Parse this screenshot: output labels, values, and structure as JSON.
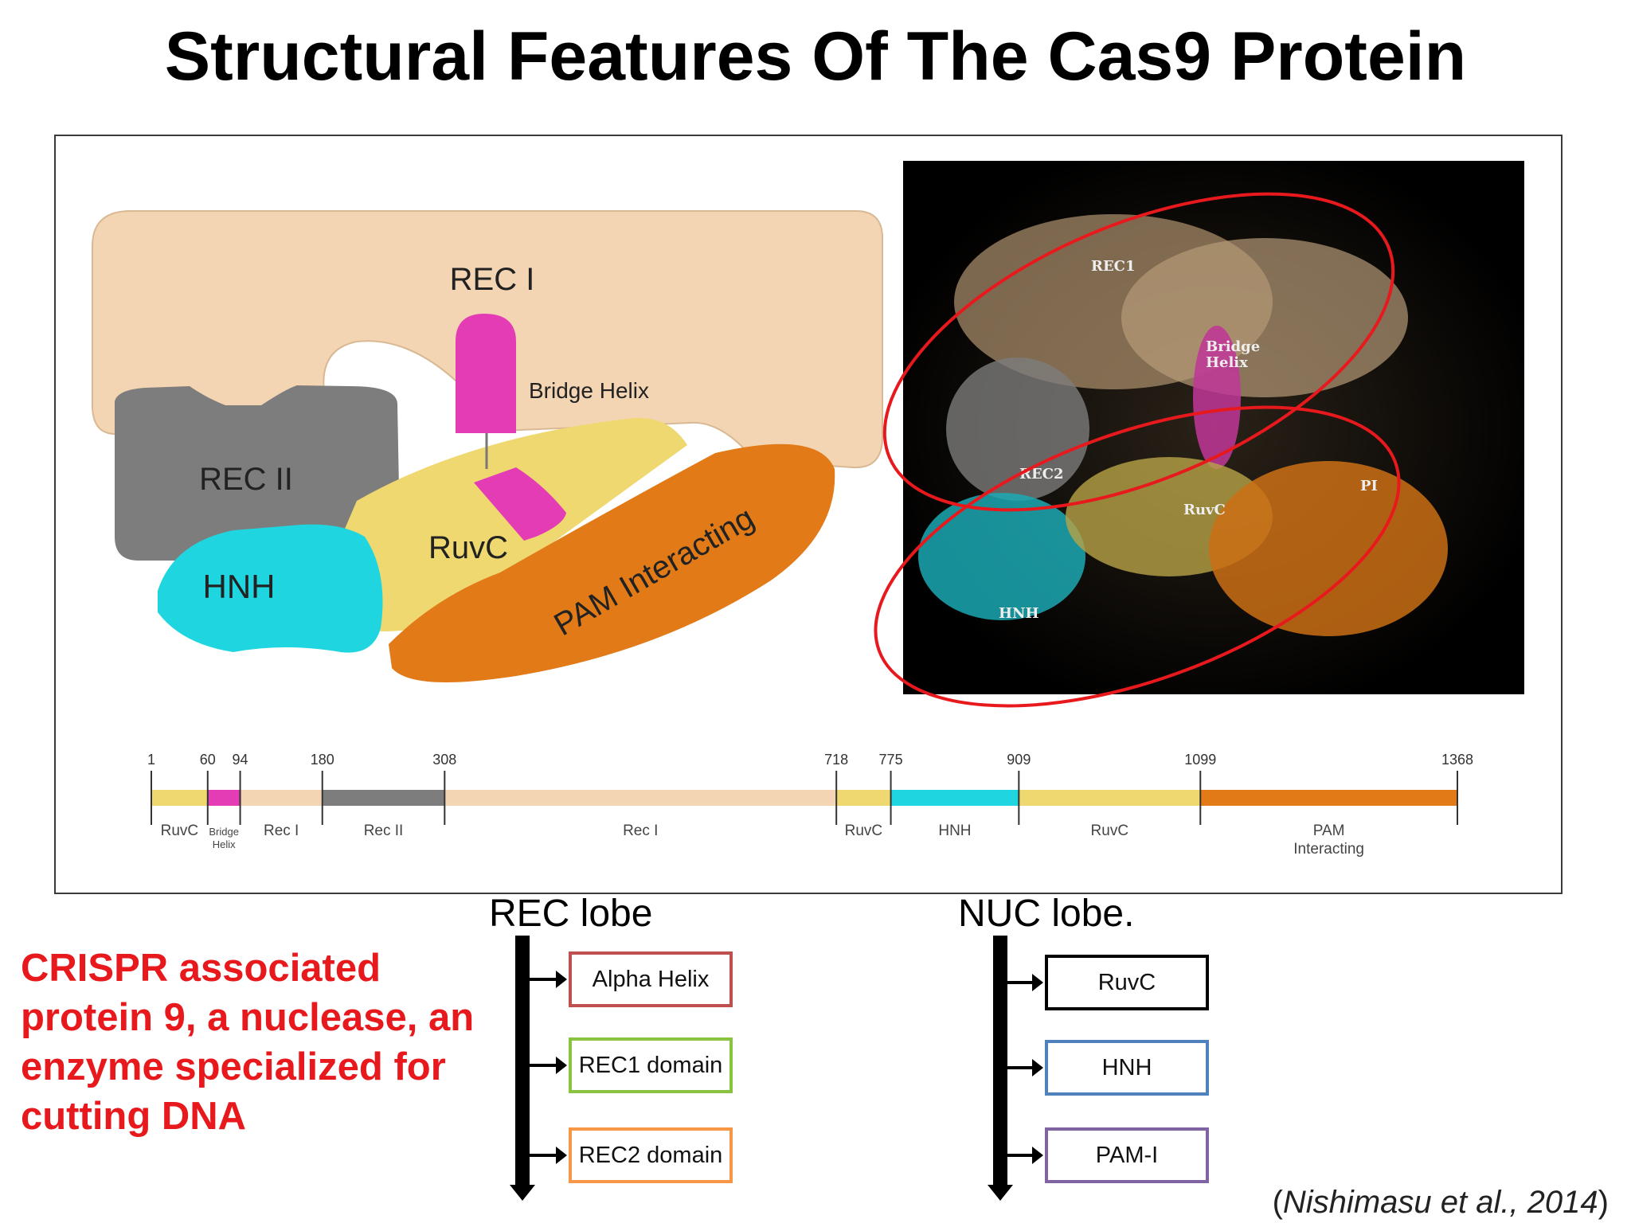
{
  "title": "Structural Features Of The Cas9 Protein",
  "cartoon": {
    "labels": {
      "rec1": "REC I",
      "bridge_helix": "Bridge Helix",
      "rec2": "REC II",
      "ruvc": "RuvC",
      "hnh": "HNH",
      "pam": "PAM Interacting"
    },
    "colors": {
      "rec1": "#f3d5b3",
      "rec2": "#7d7d7d",
      "bridge_helix": "#e33cb4",
      "ruvc": "#efd86f",
      "hnh": "#1fd6e0",
      "pam": "#e27a17"
    }
  },
  "crystal": {
    "labels": {
      "rec1": "REC1",
      "bridge": "Bridge",
      "helix": "Helix",
      "rec2": "REC2",
      "ruvc": "RuvC",
      "pi": "PI",
      "hnh": "HNH"
    },
    "highlight_color": "#e8191d"
  },
  "domain_map": {
    "positions": [
      1,
      60,
      94,
      180,
      308,
      718,
      775,
      909,
      1099,
      1368
    ],
    "total": 1368,
    "segments": [
      {
        "start": 1,
        "end": 60,
        "lines": [
          "RuvC"
        ],
        "color": "#efd86f",
        "small": false
      },
      {
        "start": 60,
        "end": 94,
        "lines": [
          "Bridge",
          "Helix"
        ],
        "color": "#e33cb4",
        "small": true
      },
      {
        "start": 94,
        "end": 180,
        "lines": [
          "Rec I"
        ],
        "color": "#f3d5b3",
        "small": false
      },
      {
        "start": 180,
        "end": 308,
        "lines": [
          "Rec II"
        ],
        "color": "#7d7d7d",
        "small": false
      },
      {
        "start": 308,
        "end": 718,
        "lines": [
          "Rec I"
        ],
        "color": "#f3d5b3",
        "small": false
      },
      {
        "start": 718,
        "end": 775,
        "lines": [
          "RuvC"
        ],
        "color": "#efd86f",
        "small": false
      },
      {
        "start": 775,
        "end": 909,
        "lines": [
          "HNH"
        ],
        "color": "#1fd6e0",
        "small": false
      },
      {
        "start": 909,
        "end": 1099,
        "lines": [
          "RuvC"
        ],
        "color": "#efd86f",
        "small": false
      },
      {
        "start": 1099,
        "end": 1368,
        "lines": [
          "PAM",
          "Interacting"
        ],
        "color": "#e27a17",
        "small": false
      }
    ]
  },
  "rec_lobe": {
    "title": "REC lobe",
    "items": [
      {
        "label": "Alpha Helix",
        "color": "#c0504d"
      },
      {
        "label": "REC1 domain",
        "color": "#8ac43f"
      },
      {
        "label": "REC2 domain",
        "color": "#f79646"
      }
    ]
  },
  "nuc_lobe": {
    "title": "NUC lobe.",
    "items": [
      {
        "label": "RuvC",
        "color": "#000000"
      },
      {
        "label": "HNH",
        "color": "#4f81bd"
      },
      {
        "label": "PAM-I",
        "color": "#8064a2"
      }
    ]
  },
  "description": "CRISPR associated protein 9, a nuclease, an enzyme specialized for cutting DNA",
  "citation": {
    "prefix": "(",
    "italic": "Nishimasu et al., 2014",
    "suffix": ")"
  }
}
